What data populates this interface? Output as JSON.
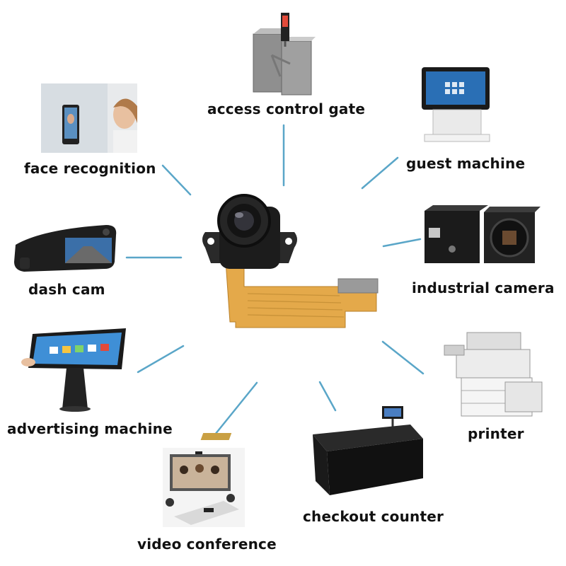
{
  "diagram": {
    "applications": [
      {
        "id": "access-control-gate",
        "label": "access control gate"
      },
      {
        "id": "guest-machine",
        "label": "guest machine"
      },
      {
        "id": "industrial-camera",
        "label": "industrial camera"
      },
      {
        "id": "printer",
        "label": "printer"
      },
      {
        "id": "checkout-counter",
        "label": "checkout counter"
      },
      {
        "id": "video-conference",
        "label": "video conference"
      },
      {
        "id": "advertising-machine",
        "label": "advertising machine"
      },
      {
        "id": "dash-cam",
        "label": "dash cam"
      },
      {
        "id": "face-recognition",
        "label": "face recognition"
      }
    ],
    "colors": {
      "connector": "#5aa6c8",
      "flex-cable": "#e4a94a",
      "lens": "#1c1c1c"
    }
  }
}
